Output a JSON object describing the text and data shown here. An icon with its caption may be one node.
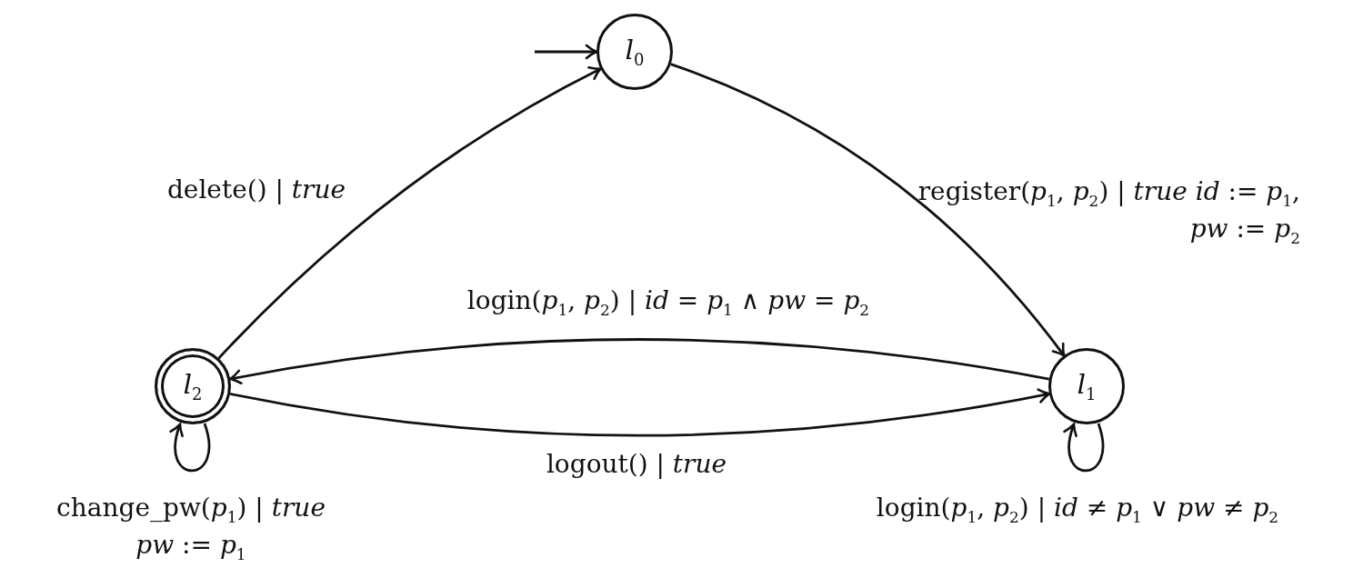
{
  "diagram": {
    "nodes": [
      {
        "text": [
          "*l*$_{0}$"
        ]
      },
      {
        "text": [
          "*l*$_{2}$"
        ]
      },
      {
        "text": [
          "*l*$_{1}$"
        ]
      }
    ],
    "edges": [
      {
        "from": null,
        "to": 0,
        "arrow": "to"
      },
      {
        "from": 1,
        "to": 0,
        "arrow": "to",
        "label": "delete() | *true*"
      },
      {
        "from": 0,
        "to": 2,
        "arrow": "to",
        "label": "register(*p*$_{1}$, *p*$_{2}$) | *true* *id* := *p*$_{1}$, *pw* := *p*$_{2}$"
      },
      {
        "from": 2,
        "to": 1,
        "arrow": "to",
        "label": "login(*p*$_{1}$, *p*$_{2}$) | *id* = *p*$_{1}$ ∧ *pw* = *p*$_{2}$"
      },
      {
        "from": 1,
        "to": 2,
        "arrow": "to",
        "label": "logout() | *true*"
      },
      {
        "from": 1,
        "to": 1,
        "arrow": "to",
        "label": "change_pw(*p*$_{1}$) | *true* *pw* := *p*$_{1}$"
      },
      {
        "from": 2,
        "to": 2,
        "arrow": "to",
        "label": "login(*p*$_{1}$, *p*$_{2}$) | *id* ≠ *p*$_{1}$ ∨ *pw* ≠ *p*$_{2}$"
      }
    ]
  }
}
